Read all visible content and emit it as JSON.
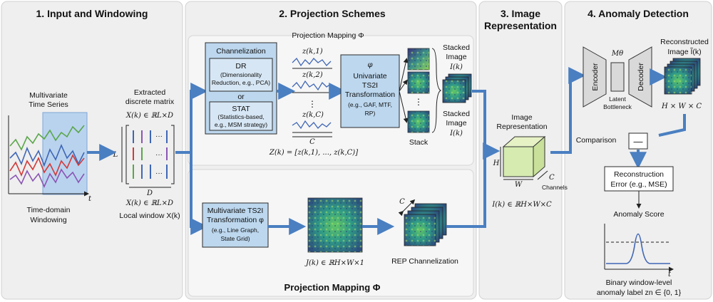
{
  "sections": {
    "input": "1. Input and Windowing",
    "projection": "2. Projection Schemes",
    "image_rep_line1": "3. Image",
    "image_rep_line2": "Representation",
    "anomaly": "4. Anomaly Detection"
  },
  "input": {
    "series_line1": "Multivariate",
    "series_line2": "Time Series",
    "t_axis": "t",
    "windowing_line1": "Time-domain",
    "windowing_line2": "Windowing",
    "extracted_line1": "Extracted",
    "extracted_line2": "discrete matrix",
    "matrix_eq": "X(k) ∈ ℝL×D",
    "L": "L",
    "D": "D",
    "matrix_eq2": "X(k) ∈ ℝL×D",
    "local_window": "Local window X(k)"
  },
  "projection": {
    "mapping_top": "Projection Mapping Φ",
    "channelization": "Channelization",
    "dr_title": "DR",
    "dr_line1": "(Dimensionality",
    "dr_line2": "Reduction, e.g., PCA)",
    "or": "or",
    "stat_title": "STAT",
    "stat_line1": "(Statistics-based,",
    "stat_line2": "e.g., MSM strategy)",
    "z1": "z(k,1)",
    "z2": "z(k,2)",
    "zc": "z(k,C)",
    "vdots": "⋮",
    "C_label": "C",
    "z_eq": "Z(k) = [z(k,1), ..., z(k,C)]",
    "phi": "φ",
    "uni_line1": "Univariate",
    "uni_line2": "TS2I",
    "uni_line3": "Transformation",
    "uni_line4": "(e.g., GAF, MTF,",
    "uni_line5": "RP)",
    "stack": "Stack",
    "stacked_line1": "Stacked",
    "stacked_line2": "Image",
    "stacked_I": "I(k)",
    "multi_line1": "Multivariate TS2I",
    "multi_line2": "Transformation φ",
    "multi_line3": "(e.g., Line Graph,",
    "multi_line4": "State Grid)",
    "J_eq": "J(k) ∈ ℝH×W×1",
    "C_rep": "C",
    "rep_channel": "REP Channelization",
    "mapping_bottom": "Projection Mapping Φ"
  },
  "image_rep": {
    "label_line1": "Image",
    "label_line2": "Representation",
    "H": "H",
    "W": "W",
    "C": "C",
    "channels": "Channels",
    "I_eq": "I(k) ∈ ℝH×W×C"
  },
  "anomaly": {
    "recon_line1": "Reconstructed",
    "recon_line2": "Image Ĩ(k)",
    "M_theta": "Mθ",
    "encoder": "Encoder",
    "decoder": "Decoder",
    "latent_line1": "Latent",
    "latent_line2": "Bottleneck",
    "hwc": "H × W × C",
    "comparison": "Comparison",
    "minus": "—",
    "recon_err_line1": "Reconstruction",
    "recon_err_line2": "Error (e.g., MSE)",
    "score": "Anomaly Score",
    "t_axis": "t",
    "binary_line1": "Binary window-level",
    "binary_line2": "anomaly label zn ∈ {0, 1}"
  },
  "colors": {
    "panel": "#efefef",
    "box_blue": "#bcd7ee",
    "arrow_blue": "#4a7fc1",
    "series_blue": "#3f66b5",
    "series_red": "#d23a3a",
    "series_green": "#5aa64a",
    "series_purple": "#8a55b3",
    "heatmap_dark": "#2f2a6b",
    "heatmap_mid": "#2f8f8a",
    "heatmap_light": "#6fcf63"
  }
}
